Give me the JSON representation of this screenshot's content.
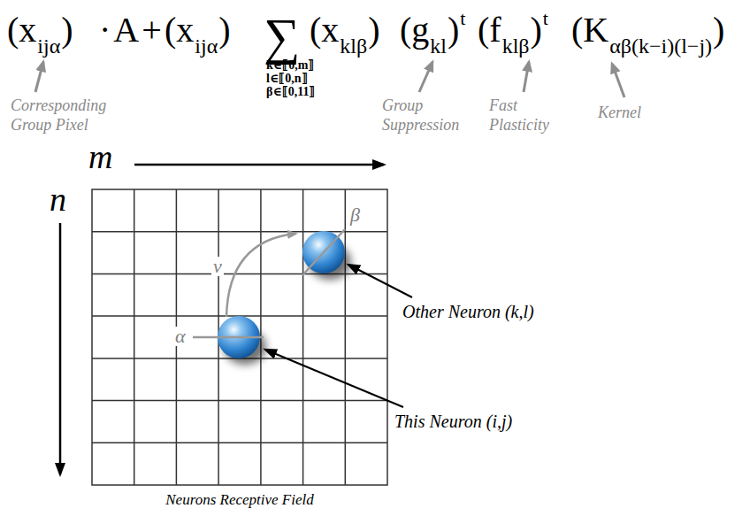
{
  "diagram": {
    "nodes": [
      {
        "text": [
          "Neurons Receptive Field"
        ]
      }
    ],
    "labels": [
      "(x",
      "ijα",
      ")",
      "·",
      "A",
      "+",
      "(x",
      "ijα",
      ")",
      "∑",
      "k∈⟦0,m⟧",
      "l∈⟦0,n⟧",
      "β∈⟦0,11⟧",
      "(x",
      "klβ",
      ")",
      "(g",
      "kl",
      ")",
      "t",
      "(f",
      "klβ",
      ")",
      "t",
      "(K",
      "αβ(k−i)(l−j)",
      ")",
      "Corresponding Group Pixel",
      "Group Suppression",
      "Fast Plasticity",
      "Kernel",
      "m",
      "n",
      "v",
      "α",
      "β",
      "Other Neuron (k,l)",
      "This Neuron (i,j)"
    ]
  }
}
